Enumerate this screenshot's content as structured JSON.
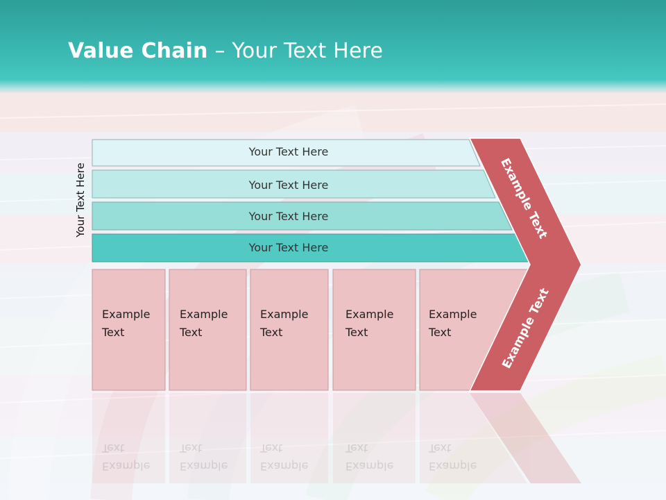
{
  "slide": {
    "title_bold": "Value Chain",
    "title_rest": " – Your Text Here",
    "side_label": "Your Text Here",
    "bars": [
      {
        "label": "Your Text Here"
      },
      {
        "label": "Your Text Here"
      },
      {
        "label": "Your Text Here"
      },
      {
        "label": "Your Text Here"
      }
    ],
    "boxes": [
      {
        "label": "Example Text"
      },
      {
        "label": "Example Text"
      },
      {
        "label": "Example Text"
      },
      {
        "label": "Example Text"
      },
      {
        "label": "Example Text"
      }
    ],
    "chevron_top": "Example Text",
    "chevron_bottom": "Example Text"
  },
  "colors": {
    "header": "#3ab8b2",
    "bar_1": "#dff4f6",
    "bar_2": "#bfeaea",
    "bar_3": "#98ded8",
    "bar_4": "#52c9c2",
    "box_fill": "#ecc2c4",
    "box_border": "#c99a9c",
    "chevron": "#cc5f63"
  }
}
